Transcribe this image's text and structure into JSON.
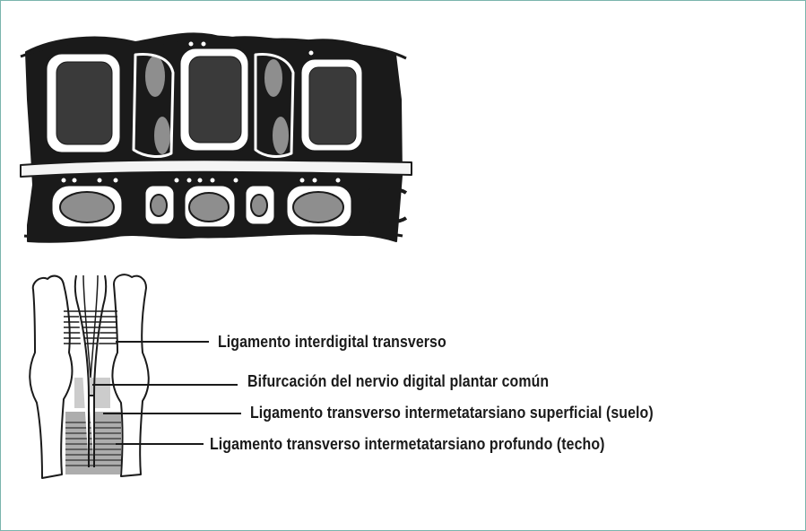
{
  "figure": {
    "labels": [
      "Ligamento interdigital transverso",
      "Bifurcación del nervio digital plantar común",
      "Ligamento transverso intermetatarsiano superficial (suelo)",
      "Ligamento transverso intermetatarsiano profundo (techo)"
    ]
  },
  "colors": {
    "frame_border": "#7ab5ad",
    "ink": "#1a1a1a",
    "muscle_fill": "#8e8e8e",
    "bone_marrow": "#3a3a3a"
  }
}
